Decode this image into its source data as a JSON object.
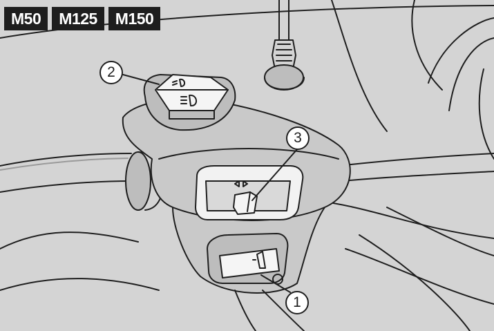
{
  "models": [
    "M50",
    "M125",
    "M150"
  ],
  "callouts": {
    "horn_button": "1",
    "light_switch": "2",
    "turn_indicator_switch": "3"
  },
  "icons": {
    "light_switch_top": "low-beam-icon",
    "light_switch_bottom": "high-beam-icon",
    "turn_indicator": "turn-arrows-icon",
    "horn": "horn-icon"
  },
  "colors": {
    "background": "#d4d4d4",
    "badge_background": "#1e1e1e",
    "badge_text": "#ffffff",
    "line_art": "#1e1e1e"
  }
}
